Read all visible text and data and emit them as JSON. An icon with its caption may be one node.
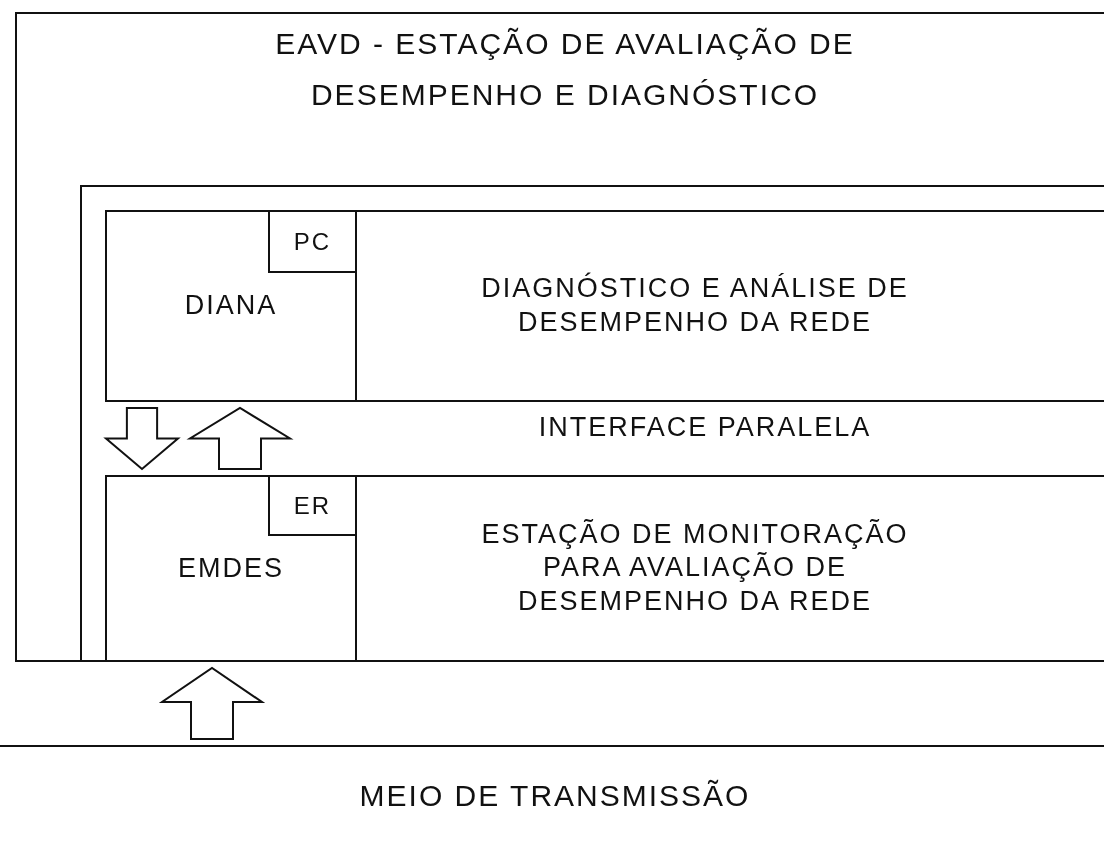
{
  "diagram": {
    "nodes": [
      {
        "text": [
          "EAVD - ESTAÇÃO DE AVALIAÇÃO DE DESEMPENHO E DIAGNÓSTICO"
        ]
      },
      {
        "text": [
          "DIANA"
        ],
        "in": 0
      },
      {
        "text": [
          "PC"
        ],
        "in": 1
      },
      {
        "text": [
          "DIAGNÓSTICO E ANÁLISE DE DESEMPENHO DA REDE"
        ],
        "in": 0
      },
      {
        "text": [
          "EMDES"
        ],
        "in": 0
      },
      {
        "text": [
          "ER"
        ],
        "in": 4
      },
      {
        "text": [
          "ESTAÇÃO DE MONITORAÇÃO PARA AVALIAÇÃO DE DESEMPENHO DA REDE"
        ],
        "in": 0
      },
      {
        "text": [
          "MEIO DE TRANSMISSÃO"
        ]
      }
    ],
    "edges": [
      {
        "from": 1,
        "to": 4,
        "arrow": "to"
      },
      {
        "from": 4,
        "to": 1,
        "arrow": "to"
      },
      {
        "from": 7,
        "to": 4,
        "arrow": "to"
      }
    ],
    "labels": [
      "INTERFACE PARALELA"
    ]
  }
}
